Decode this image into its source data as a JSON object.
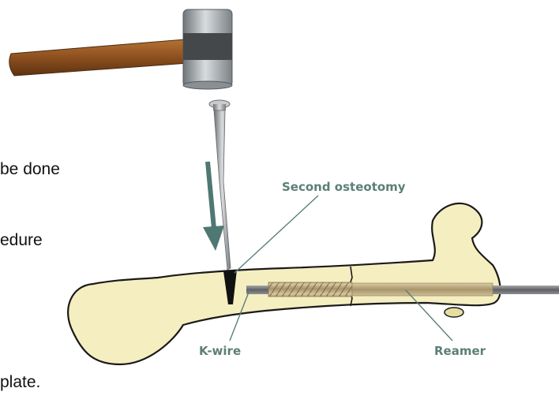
{
  "body_text": {
    "lines": [
      "be done",
      "edure",
      "",
      "plate."
    ]
  },
  "labels": {
    "second_osteotomy": "Second osteotomy",
    "k_wire": "K-wire",
    "reamer": "Reamer"
  },
  "colors": {
    "label_text": "#5c7f77",
    "arrow": "#4f7872",
    "bone_fill": "#f5eec0",
    "bone_outline": "#1a1a1a",
    "hammer_handle": "#9a5a25",
    "hammer_head": "#9aa0a4",
    "hammer_band": "#4a4d50",
    "k_wire_steel": "#a8abad",
    "osteotomy_wedge": "#111111",
    "reamer_rod": "#c2b28c",
    "guide_rod": "#6b6d70"
  },
  "icons": {
    "hammer": "mallet-icon",
    "k_wire": "k-wire-icon",
    "direction_arrow": "down-arrow-icon"
  }
}
